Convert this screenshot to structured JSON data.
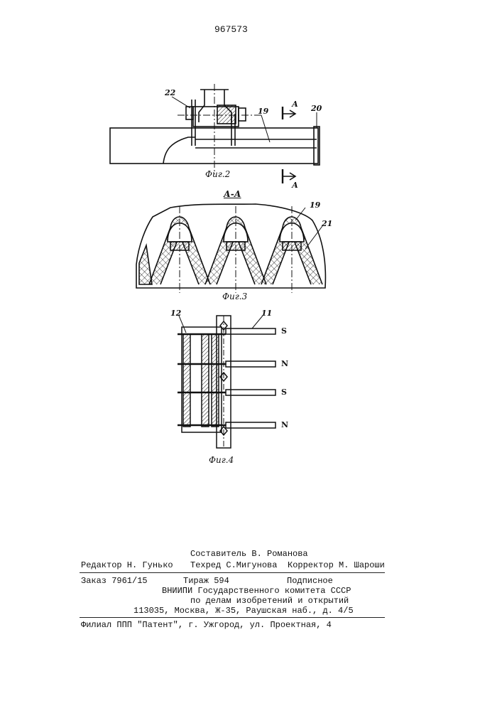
{
  "patent_number": "967573",
  "figures": {
    "fig2": {
      "caption": "Фиг.2",
      "labels": [
        "22",
        "19",
        "20",
        "А",
        "А"
      ]
    },
    "fig3": {
      "caption": "Фиг.3",
      "section": "А-А",
      "labels": [
        "19",
        "21"
      ]
    },
    "fig4": {
      "caption": "Фиг.4",
      "labels": [
        "12",
        "11",
        "S",
        "N",
        "S",
        "N"
      ]
    }
  },
  "colophon": {
    "compiler": "Составитель В. Романова",
    "editor": "Редактор Н. Гунько",
    "techred": "Техред С.Мигунова",
    "corrector": "Корректор М. Шароши",
    "order": "Заказ 7961/15",
    "circulation": "Тираж 594",
    "subscription": "Подписное",
    "org_line1": "ВНИИПИ Государственного комитета СССР",
    "org_line2": "по делам изобретений и открытий",
    "address": "113035, Москва, Ж-35, Раушская наб., д. 4/5",
    "branch": "Филиал ППП \"Патент\", г. Ужгород, ул. Проектная, 4"
  }
}
